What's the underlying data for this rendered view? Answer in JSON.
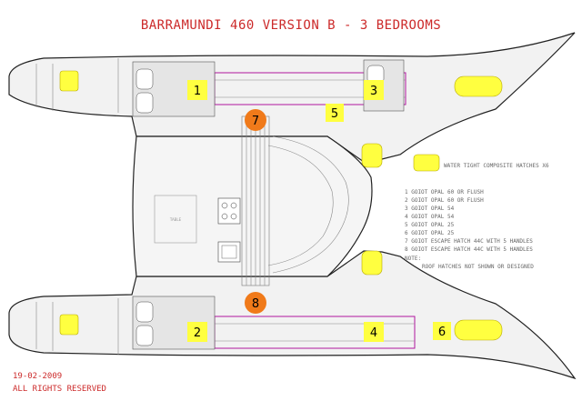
{
  "title": "BARRAMUNDI 460 VERSION B - 3 BEDROOMS",
  "legend": {
    "header": "WATER TIGHT COMPOSITE HATCHES X6",
    "items": [
      "1 GOIOT OPAL 60 OR FLUSH",
      "2 GOIOT OPAL 60 OR FLUSH",
      "3 GOIOT OPAL 54",
      "4 GOIOT OPAL 54",
      "5 GOIOT OPAL 25",
      "6 GOIOT OPAL 25",
      "7 GOIOT ESCAPE HATCH 44C WITH 5 HANDLES",
      "8 GOIOT ESCAPE HATCH 44C WITH 5 HANDLES"
    ],
    "note_label": "NOTE:",
    "note_text": "ROOF HATCHES NOT SHOWN OR DESIGNED"
  },
  "hatch_labels": {
    "h1": "1",
    "h2": "2",
    "h3": "3",
    "h4": "4",
    "h5": "5",
    "h6": "6",
    "h7": "7",
    "h8": "8"
  },
  "table_label": "TABLE",
  "footer": {
    "date": "19-02-2009",
    "rights": "ALL RIGHTS RESERVED"
  },
  "colors": {
    "title": "#cc2a2a",
    "hatch_marker": "#ffff40",
    "escape_marker": "#f07a1a",
    "berth": "#b0179f"
  }
}
